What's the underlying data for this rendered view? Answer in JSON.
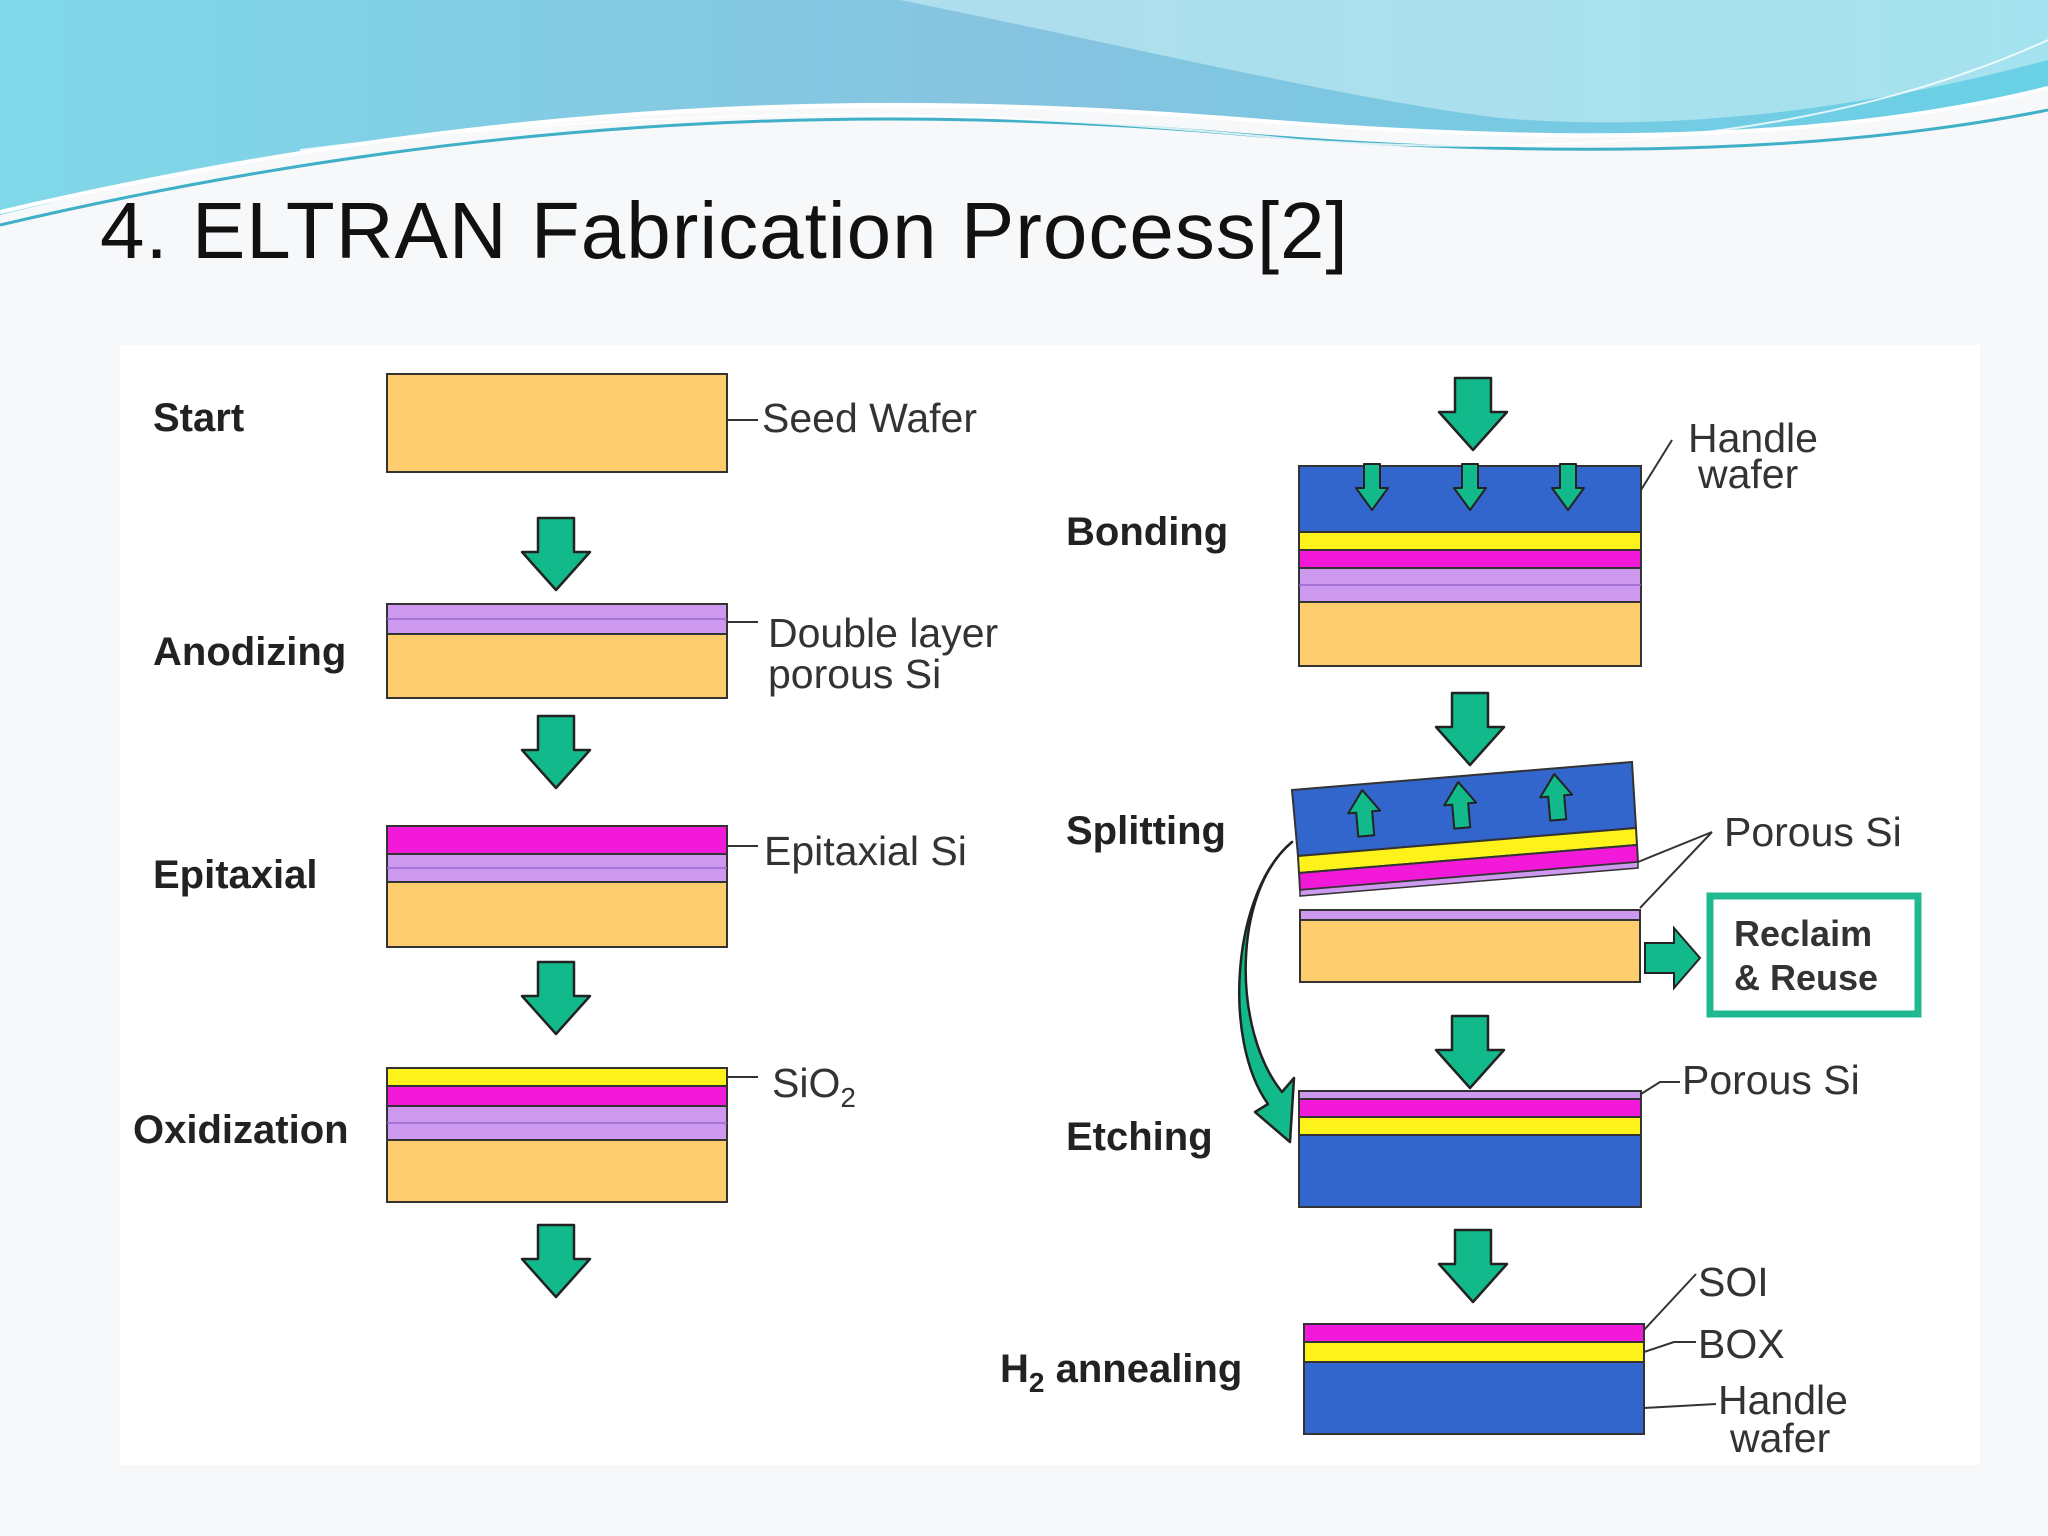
{
  "title": "4. ELTRAN Fabrication Process[2]",
  "colors": {
    "silicon": "#fecd6e",
    "porous_si": "#cc99ee",
    "epitaxial_si": "#f21ad8",
    "sio2": "#fdf21a",
    "handle_wafer": "#3366cc",
    "arrow": "#12b98a",
    "reclaim_border": "#1fb890"
  },
  "steps": {
    "start": "Start",
    "anodizing": "Anodizing",
    "epitaxial": "Epitaxial",
    "oxidization": "Oxidization",
    "bonding": "Bonding",
    "splitting": "Splitting",
    "etching": "Etching",
    "h2_annealing_h": "H",
    "h2_annealing_sub": "2",
    "h2_annealing_rest": " annealing"
  },
  "annotations": {
    "seed_wafer": "Seed Wafer",
    "double_layer_1": "Double layer",
    "double_layer_2": "porous Si",
    "epitaxial_si": "Epitaxial Si",
    "sio2_main": "SiO",
    "sio2_sub": "2",
    "handle_wafer_1": "Handle",
    "handle_wafer_2": "wafer",
    "porous_si_split": "Porous Si",
    "porous_si_etch": "Porous Si",
    "soi": "SOI",
    "box": "BOX",
    "handle_wafer_final_1": "Handle",
    "handle_wafer_final_2": "wafer"
  },
  "reclaim": {
    "line1": "Reclaim",
    "line2": "& Reuse"
  }
}
